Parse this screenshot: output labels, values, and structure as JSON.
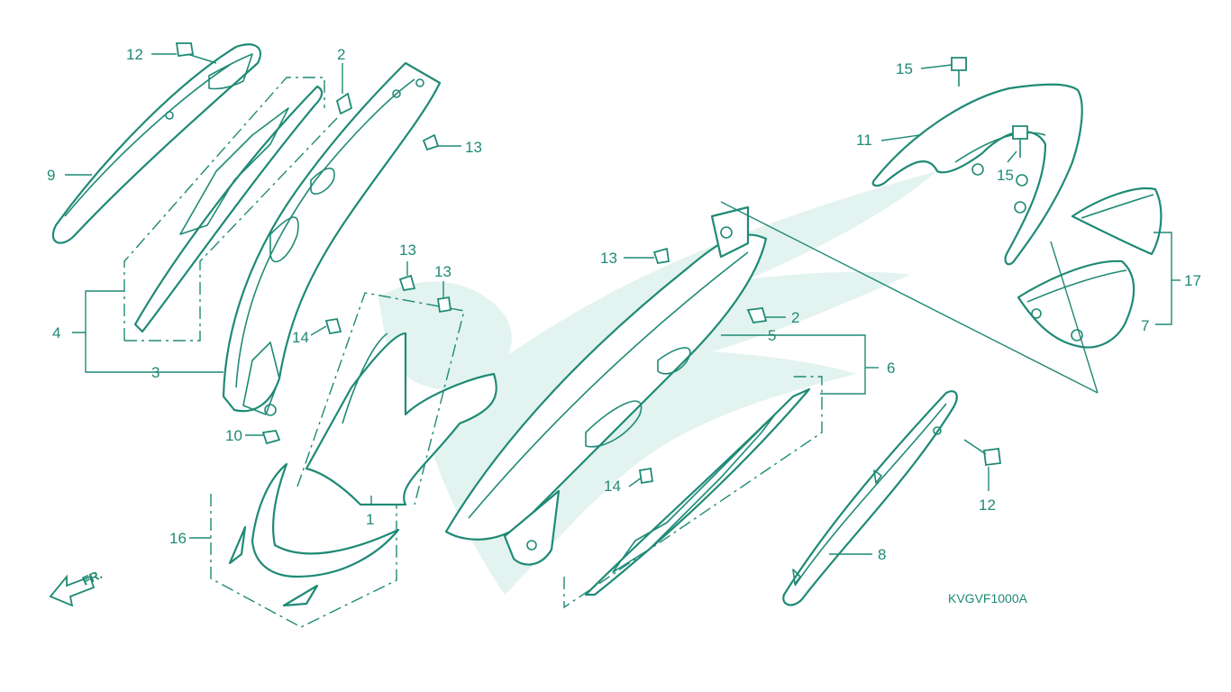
{
  "diagram": {
    "code": "KVGVF1000A",
    "direction_label": "FR.",
    "callouts": [
      "1",
      "2",
      "2",
      "3",
      "4",
      "5",
      "6",
      "7",
      "8",
      "9",
      "10",
      "11",
      "12",
      "12",
      "13",
      "13",
      "13",
      "13",
      "14",
      "14",
      "15",
      "15",
      "16",
      "17"
    ]
  },
  "colors": {
    "line": "#1f8a76",
    "watermark": "#e3f3ef",
    "background": "#ffffff"
  },
  "icons": {
    "direction": "front-arrow-icon"
  }
}
